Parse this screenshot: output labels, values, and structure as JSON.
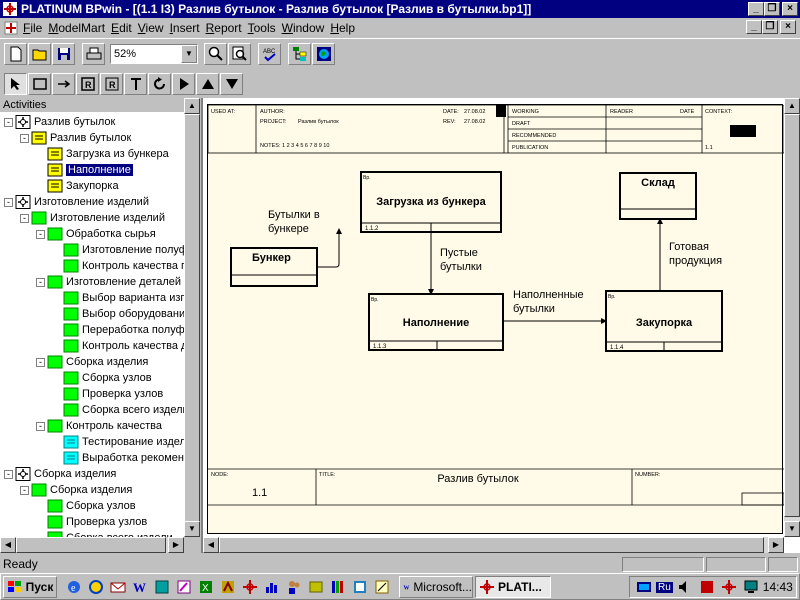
{
  "window": {
    "title": "PLATINUM BPwin - [(1.1 I3) Разлив бутылок - Разлив бутылок  [Разлив в бутылки.bp1]]"
  },
  "menu": [
    "File",
    "ModelMart",
    "Edit",
    "View",
    "Insert",
    "Report",
    "Tools",
    "Window",
    "Help"
  ],
  "toolbar": {
    "zoom": "52%"
  },
  "sidebar": {
    "header": "Activities",
    "tree": [
      {
        "label": "Разлив бутылок",
        "level": 0,
        "icon": "node-icon",
        "expanded": "-"
      },
      {
        "label": "Разлив бутылок",
        "level": 1,
        "icon": "yellow-activity-icon",
        "expanded": "-"
      },
      {
        "label": "Загрузка из бункера",
        "level": 2,
        "icon": "yellow-activity-icon",
        "expanded": ""
      },
      {
        "label": "Наполнение",
        "level": 2,
        "icon": "yellow-activity-icon",
        "expanded": "",
        "selected": true
      },
      {
        "label": "Закупорка",
        "level": 2,
        "icon": "yellow-activity-icon",
        "expanded": ""
      },
      {
        "label": "Изготовление изделий",
        "level": 0,
        "icon": "node-icon",
        "expanded": "-"
      },
      {
        "label": "Изготовление изделий",
        "level": 1,
        "icon": "green-activity-icon",
        "expanded": "-"
      },
      {
        "label": "Обработка  сырья",
        "level": 2,
        "icon": "green-activity-icon",
        "expanded": "-"
      },
      {
        "label": "Изготовление полуф",
        "level": 3,
        "icon": "green-activity-icon",
        "expanded": ""
      },
      {
        "label": "Контроль качества п",
        "level": 3,
        "icon": "green-activity-icon",
        "expanded": ""
      },
      {
        "label": "Изготовление  деталей",
        "level": 2,
        "icon": "green-activity-icon",
        "expanded": "-"
      },
      {
        "label": "Выбор  варианта изг",
        "level": 3,
        "icon": "green-activity-icon",
        "expanded": ""
      },
      {
        "label": "Выбор оборудования",
        "level": 3,
        "icon": "green-activity-icon",
        "expanded": ""
      },
      {
        "label": "Переработка полуфа",
        "level": 3,
        "icon": "green-activity-icon",
        "expanded": ""
      },
      {
        "label": "Контроль качества д",
        "level": 3,
        "icon": "green-activity-icon",
        "expanded": ""
      },
      {
        "label": "Сборка изделия",
        "level": 2,
        "icon": "green-activity-icon",
        "expanded": "-"
      },
      {
        "label": "Сборка узлов",
        "level": 3,
        "icon": "green-activity-icon",
        "expanded": ""
      },
      {
        "label": "Проверка узлов",
        "level": 3,
        "icon": "green-activity-icon",
        "expanded": ""
      },
      {
        "label": "Сборка всего издели",
        "level": 3,
        "icon": "green-activity-icon",
        "expanded": ""
      },
      {
        "label": "Контроль качества",
        "level": 2,
        "icon": "green-activity-icon",
        "expanded": "-"
      },
      {
        "label": "Тестирование издели",
        "level": 3,
        "icon": "cyan-activity-icon",
        "expanded": ""
      },
      {
        "label": "Выработка рекомен",
        "level": 3,
        "icon": "cyan-activity-icon",
        "expanded": ""
      },
      {
        "label": "Сборка изделия",
        "level": 0,
        "icon": "node-icon",
        "expanded": "-"
      },
      {
        "label": "Сборка изделия",
        "level": 1,
        "icon": "green-activity-icon",
        "expanded": "-"
      },
      {
        "label": "Сборка узлов",
        "level": 2,
        "icon": "green-activity-icon",
        "expanded": ""
      },
      {
        "label": "Проверка узлов",
        "level": 2,
        "icon": "green-activity-icon",
        "expanded": ""
      },
      {
        "label": "Сборка всего издели",
        "level": 2,
        "icon": "green-activity-icon",
        "expanded": ""
      }
    ]
  },
  "diagram": {
    "header": {
      "used_at": "USED AT:",
      "author": "AUTHOR:",
      "project": "PROJECT:",
      "project_value": "Разлив бутылок",
      "notes": "NOTES:  1  2  3  4  5  6  7  8  9  10",
      "date": "DATE:",
      "date_value": "27.08.02",
      "rev": "REV:",
      "rev_value": "27.08.02",
      "working": "WORKING",
      "draft": "DRAFT",
      "recommended": "RECOMMENDED",
      "publication": "PUBLICATION",
      "reader": "READER",
      "date2": "DATE",
      "context": "CONTEXT:",
      "context_node": "1.1"
    },
    "boxes": [
      {
        "title": "Загрузка из бункера",
        "num": "1.1.2",
        "kind": "activity"
      },
      {
        "title": "Наполнение",
        "num": "1.1.3",
        "kind": "activity"
      },
      {
        "title": "Закупорка",
        "num": "1.1.4",
        "kind": "activity"
      },
      {
        "title": "Бункер",
        "kind": "external"
      },
      {
        "title": "Склад",
        "kind": "external"
      }
    ],
    "flows": [
      {
        "label": "Бутылки в\nбункере"
      },
      {
        "label": "Пустые\nбутылки"
      },
      {
        "label": "Наполненные\nбутылки"
      },
      {
        "label": "Готовая\nпродукция"
      }
    ],
    "corner_label": "Вр.",
    "footer": {
      "node": "NODE:",
      "node_value": "1.1",
      "title": "TITLE:",
      "title_value": "Разлив бутылок",
      "number": "NUMBER:"
    }
  },
  "status": {
    "text": "Ready"
  },
  "taskbar": {
    "start": "Пуск",
    "tasks": [
      {
        "label": "Microsoft...",
        "icon": "word-icon",
        "active": false
      },
      {
        "label": "PLATI...",
        "icon": "bpwin-icon",
        "active": true
      }
    ],
    "tray": {
      "lang": "Ru",
      "time": "14:43"
    }
  },
  "colors": {
    "titlebar": "#000080",
    "selection": "#000080",
    "sheet": "#fffbe8",
    "activity_yellow": "#ffff00",
    "activity_green": "#00ff00",
    "activity_cyan": "#00ffff"
  }
}
